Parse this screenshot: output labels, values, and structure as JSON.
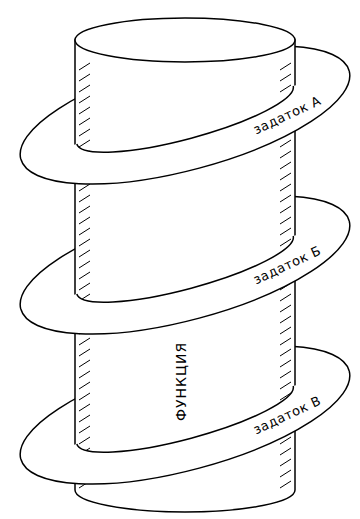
{
  "diagram": {
    "nodes": [
      {
        "text": [
          "ФУНКЦИЯ"
        ]
      },
      {
        "text": [
          "задаток А"
        ]
      },
      {
        "text": [
          "задаток Б"
        ]
      },
      {
        "text": [
          "задаток В"
        ]
      }
    ]
  }
}
